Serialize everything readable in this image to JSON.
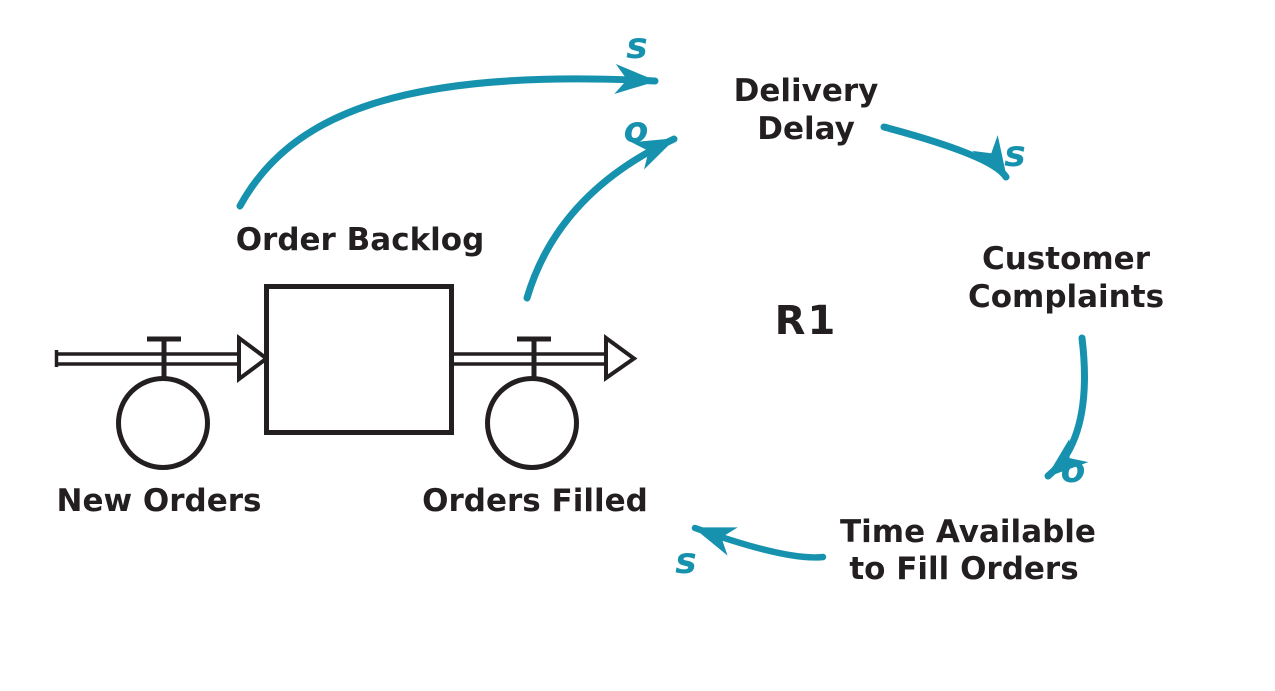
{
  "colors": {
    "link": "#1792AE",
    "ink": "#231F20",
    "background": "#FFFFFF"
  },
  "loop": {
    "label": "R1"
  },
  "stock": {
    "label": "Order Backlog"
  },
  "flows": {
    "inflow": {
      "label": "New Orders"
    },
    "outflow": {
      "label": "Orders Filled"
    }
  },
  "variables": {
    "delivery_delay": {
      "lines": [
        "Delivery",
        "Delay"
      ]
    },
    "customer_complaints": {
      "lines": [
        "Customer",
        "Complaints"
      ]
    },
    "time_available": {
      "lines": [
        "Time Available",
        "to Fill Orders"
      ]
    }
  },
  "links": [
    {
      "from": "Order Backlog",
      "to": "Delivery Delay",
      "polarity": "s"
    },
    {
      "from": "Orders Filled",
      "to": "Delivery Delay",
      "polarity": "o"
    },
    {
      "from": "Delivery Delay",
      "to": "Customer Complaints",
      "polarity": "s"
    },
    {
      "from": "Customer Complaints",
      "to": "Time Available to Fill Orders",
      "polarity": "o"
    },
    {
      "from": "Time Available to Fill Orders",
      "to": "Orders Filled",
      "polarity": "s"
    }
  ]
}
